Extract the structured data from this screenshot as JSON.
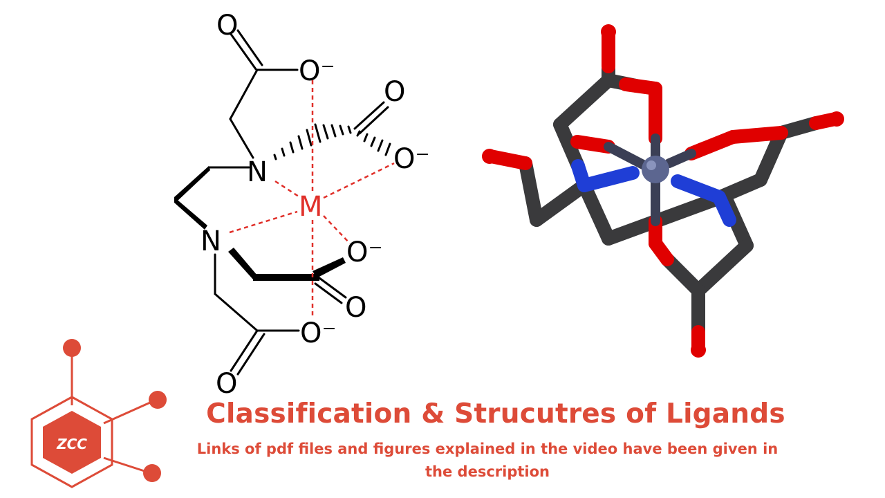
{
  "colors": {
    "accent": "#dd4b38",
    "bond": "#000000",
    "metal_link": "#e0302a",
    "carbon": "#3a3a3c",
    "oxygen": "#e00000",
    "nitrogen": "#1f3ed6",
    "metal": "#5c6690"
  },
  "diagram2d": {
    "metal_label": "M",
    "n_label": "N",
    "o_label": "O",
    "o_minus_label": "O⁻"
  },
  "logo": {
    "text": "ZCC"
  },
  "heading": {
    "title": "Classification & Strucutres of Ligands",
    "subtitle": "Links of pdf files and figures explained in the video have been given in the description"
  }
}
